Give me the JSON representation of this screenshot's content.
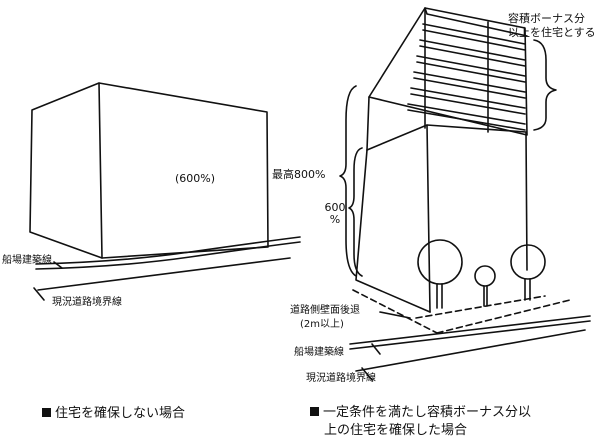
{
  "left_diagram": {
    "far_label": "(600%)",
    "building_line_label": "船場建築線",
    "road_boundary_label": "現況道路境界線",
    "caption": "住宅を確保しない場合"
  },
  "right_diagram": {
    "bonus_label_line1": "容積ボーナス分",
    "bonus_label_line2": "以上を住宅とする",
    "max_label": "最高800%",
    "base_label_top": "600",
    "base_label_bottom": "%",
    "setback_label_line1": "道路側壁面後退",
    "setback_label_line2": "(2m以上)",
    "building_line_label": "船場建築線",
    "road_boundary_label": "現況道路境界線",
    "caption_line1": "一定条件を満たし容積ボーナス分以",
    "caption_line2": "上の住宅を確保した場合"
  },
  "colors": {
    "ink": "#111111",
    "paper": "#ffffff"
  }
}
